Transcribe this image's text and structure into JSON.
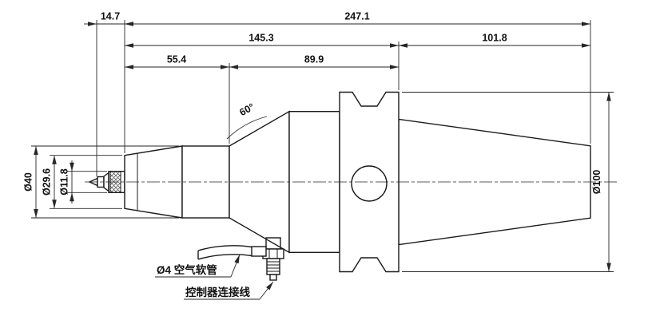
{
  "dims": {
    "len_14_7": "14.7",
    "len_247_1": "247.1",
    "len_145_3": "145.3",
    "len_101_8": "101.8",
    "len_55_4": "55.4",
    "len_89_9": "89.9",
    "cone_angle": "60°",
    "dia_40": "Ø40",
    "dia_29_6": "Ø29.6",
    "dia_11_8": "Ø11.8",
    "dia_100": "Ø100"
  },
  "labels": {
    "air_hose": "Ø4 空气软管",
    "controller_cable": "控制器连接线"
  },
  "colors": {
    "line": "#1a1a1a",
    "dim": "#262626",
    "text": "#111111",
    "bg": "#ffffff"
  }
}
